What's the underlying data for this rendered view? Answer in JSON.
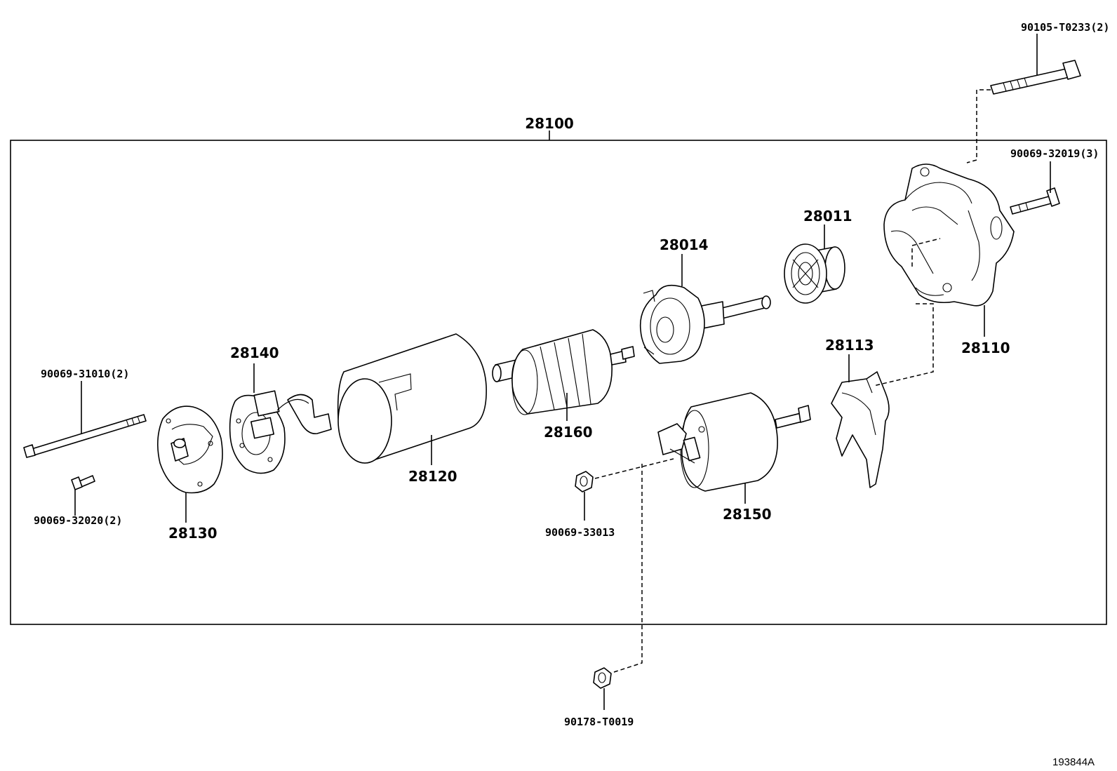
{
  "assembly": {
    "number": "28100"
  },
  "parts": {
    "bolt_top": "90105-T0233(2)",
    "screw_right": "90069-32019(3)",
    "pinion_clutch": "28011",
    "housing": "28110",
    "lever": "28113",
    "bearing_plate": "28014",
    "armature": "28160",
    "yoke": "28120",
    "brush_holder": "28140",
    "end_frame": "28130",
    "through_bolt": "90069-31010(2)",
    "screw_left": "90069-32020(2)",
    "solenoid": "28150",
    "nut_inner": "90069-33013",
    "nut_outer": "90178-T0019"
  },
  "illustration_id": "193844A"
}
